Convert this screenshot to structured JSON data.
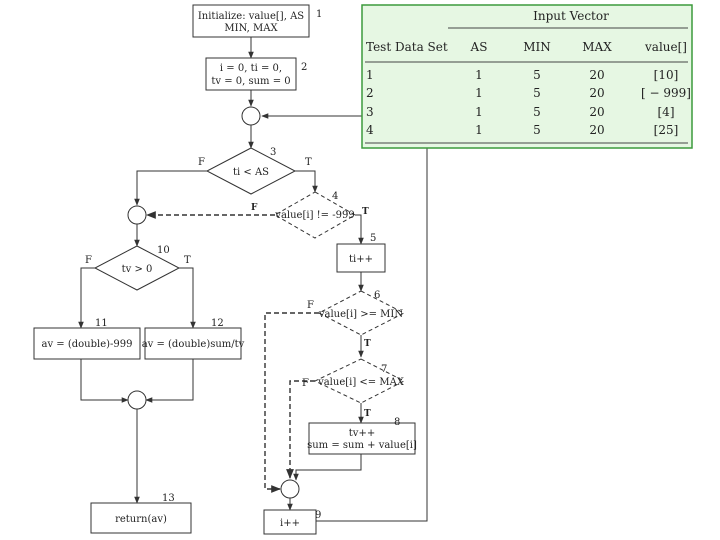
{
  "flowchart": {
    "nodes": {
      "n1": {
        "line1": "Initialize: value[], AS",
        "line2": "MIN, MAX",
        "num": "1"
      },
      "n2": {
        "line1": "i = 0, ti = 0,",
        "line2": "tv = 0, sum = 0",
        "num": "2"
      },
      "n3": {
        "text": "ti < AS",
        "num": "3"
      },
      "n4": {
        "text": "value[i] != -999",
        "num": "4"
      },
      "n5": {
        "text": "ti++",
        "num": "5"
      },
      "n6": {
        "text": "value[i] >= MIN",
        "num": "6"
      },
      "n7": {
        "text": "value[i] <= MAX",
        "num": "7"
      },
      "n8": {
        "line1": "tv++",
        "line2": "sum = sum + value[i]",
        "num": "8"
      },
      "n9": {
        "text": "i++",
        "num": "9"
      },
      "n10": {
        "text": "tv > 0",
        "num": "10"
      },
      "n11": {
        "text": "av = (double)-999",
        "num": "11"
      },
      "n12": {
        "text": "av = (double)sum/tv",
        "num": "12"
      },
      "n13": {
        "text": "return(av)",
        "num": "13"
      }
    },
    "branch_labels": {
      "true": "T",
      "false": "F"
    }
  },
  "table": {
    "group_header": "Input Vector",
    "columns": [
      "Test Data Set",
      "AS",
      "MIN",
      "MAX",
      "value[]"
    ],
    "rows": [
      [
        "1",
        "1",
        "5",
        "20",
        "[10]"
      ],
      [
        "2",
        "1",
        "5",
        "20",
        "[ − 999]"
      ],
      [
        "3",
        "1",
        "5",
        "20",
        "[4]"
      ],
      [
        "4",
        "1",
        "5",
        "20",
        "[25]"
      ]
    ],
    "colors": {
      "panel_fill": "#e6f7e3",
      "panel_border": "#3c9a3c"
    }
  }
}
